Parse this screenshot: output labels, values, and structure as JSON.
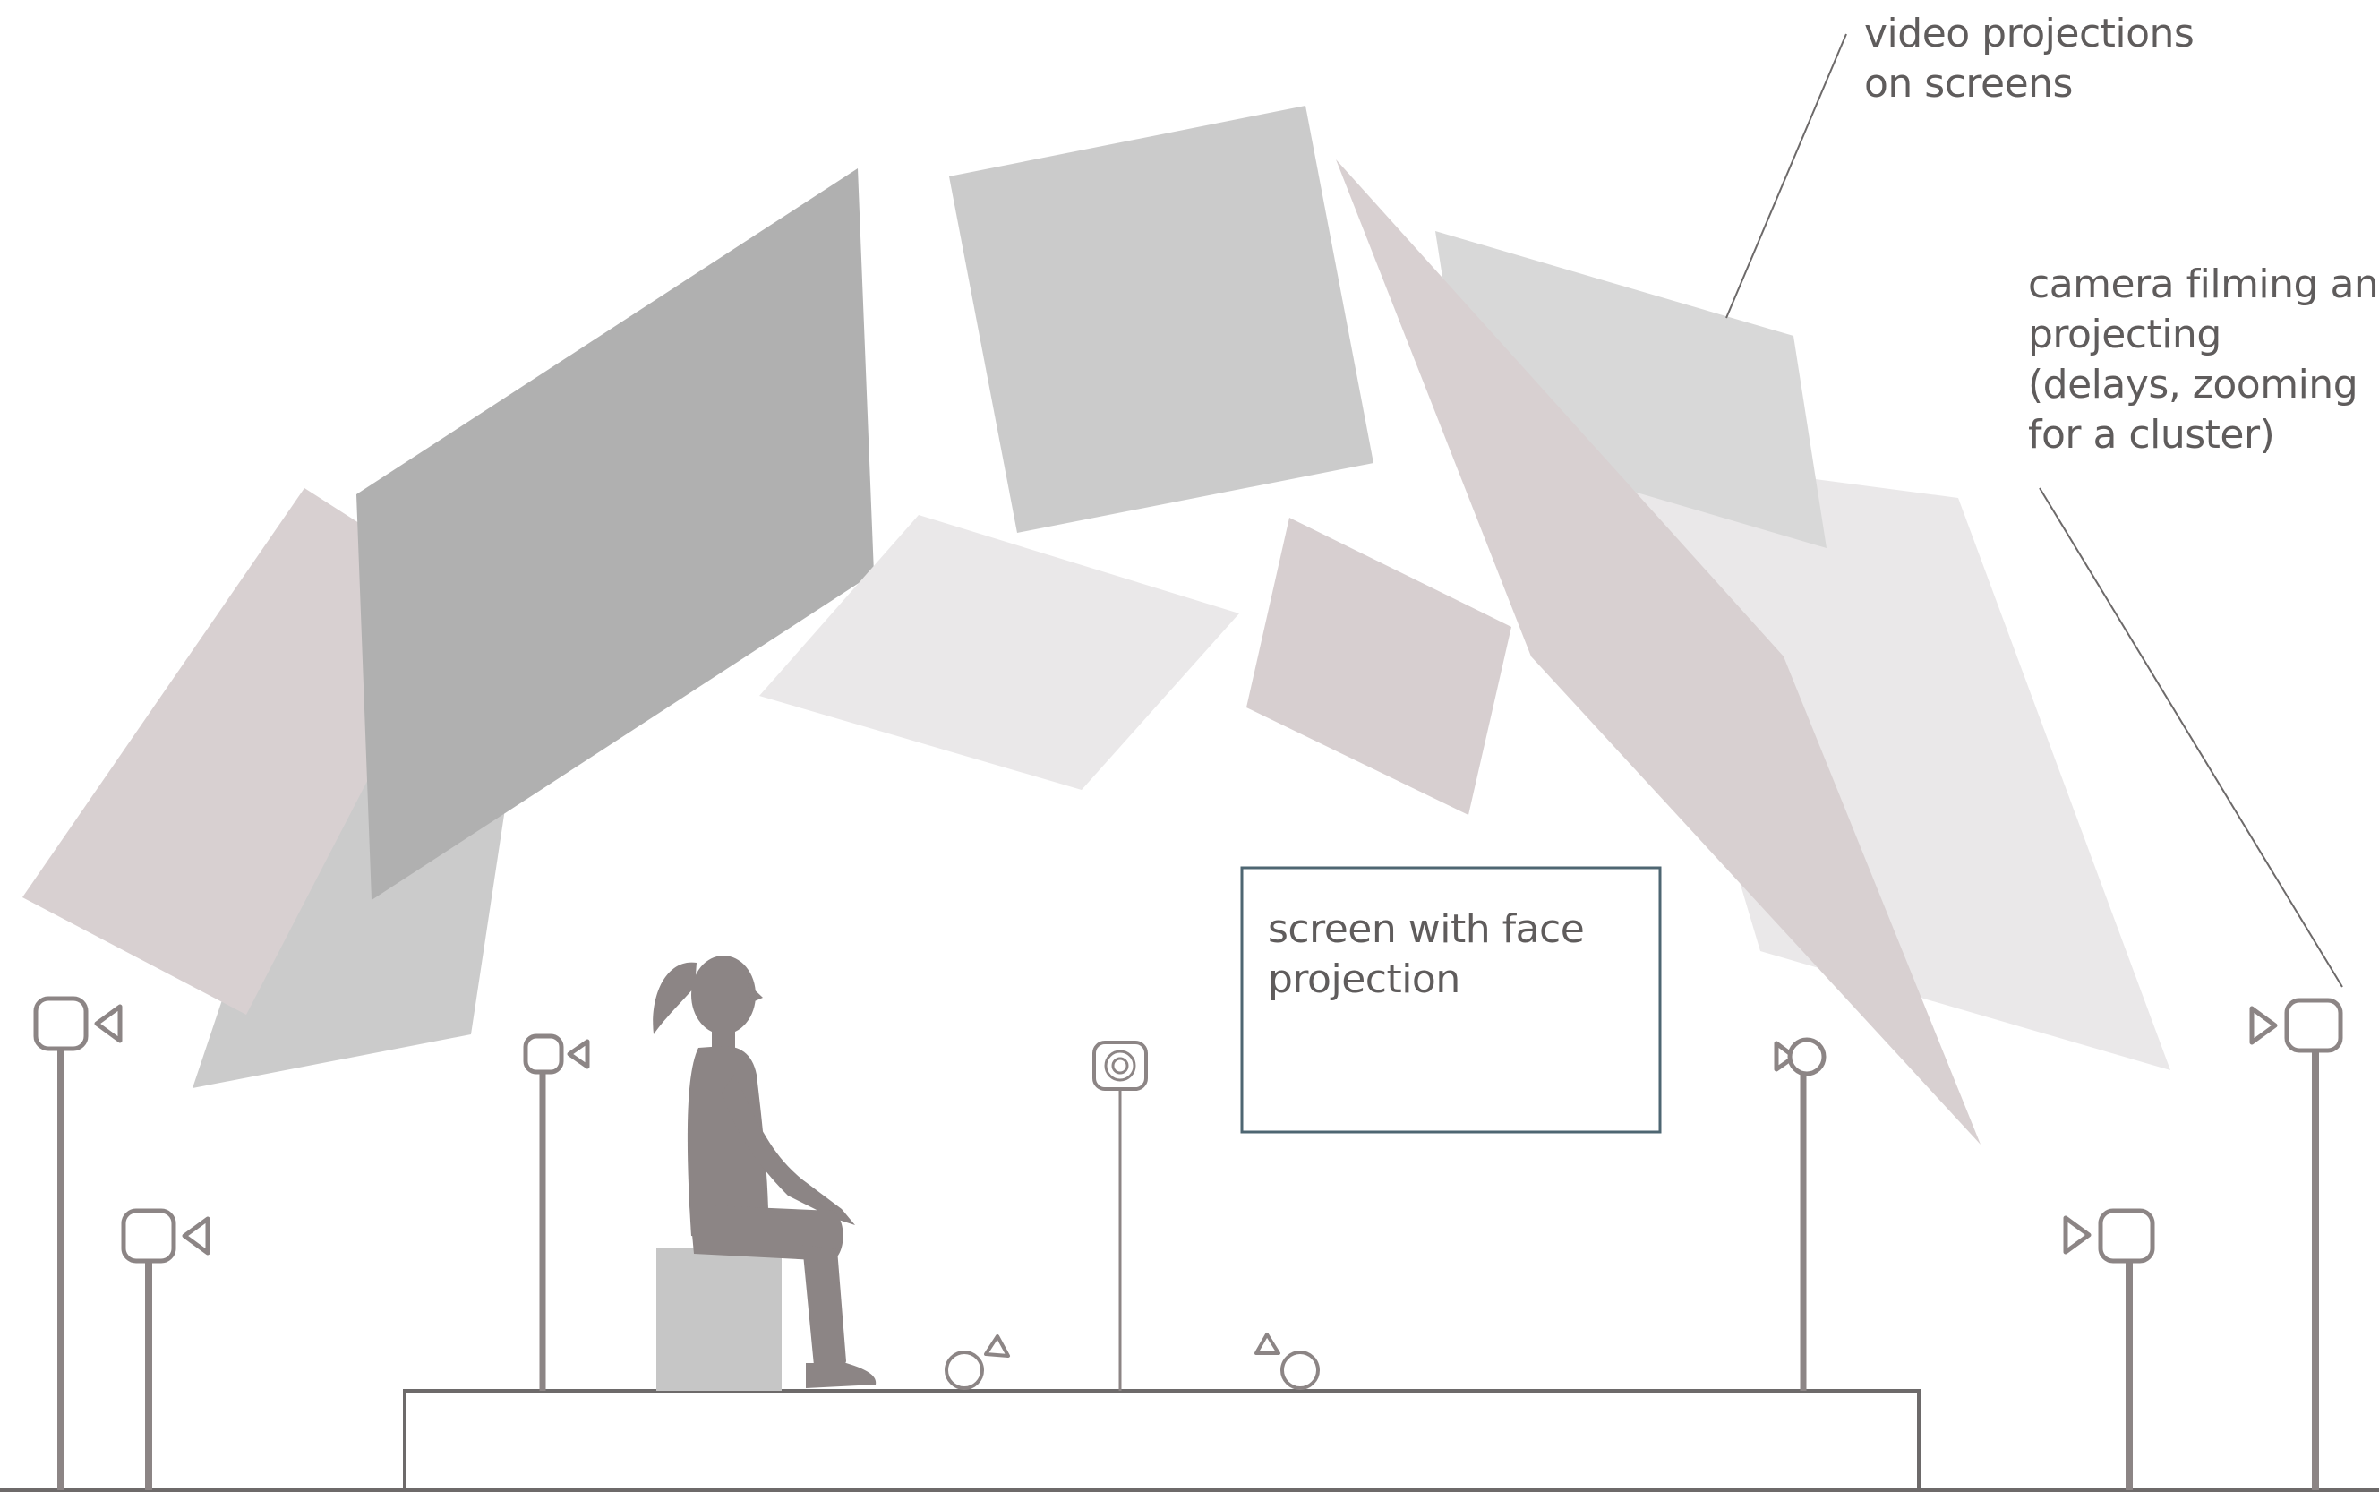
{
  "labels": {
    "video_projections": [
      "video projections",
      "on screens"
    ],
    "camera": [
      "camera filming and",
      "projecting",
      "(delays, zooming",
      "for a cluster)"
    ],
    "face_screen": [
      "screen with face",
      "projection"
    ]
  },
  "colors": {
    "ink": "#5f5c5c",
    "figure": "#8c8585",
    "line": "#7a7676",
    "screen_outline": "#4e6672",
    "panel_dark": "#b0b0b0",
    "panel_mid": "#cbcbcb",
    "panel_light": "#d8d8d8",
    "panel_pale": "#eae8e9",
    "panel_mauve": "#d7cfd0",
    "panel_pinkgrey": "#d8d0d1",
    "seat": "#c6c6c6"
  },
  "icons": [
    "camera-icon",
    "speaker-icon",
    "microphone-icon",
    "person-figure"
  ]
}
